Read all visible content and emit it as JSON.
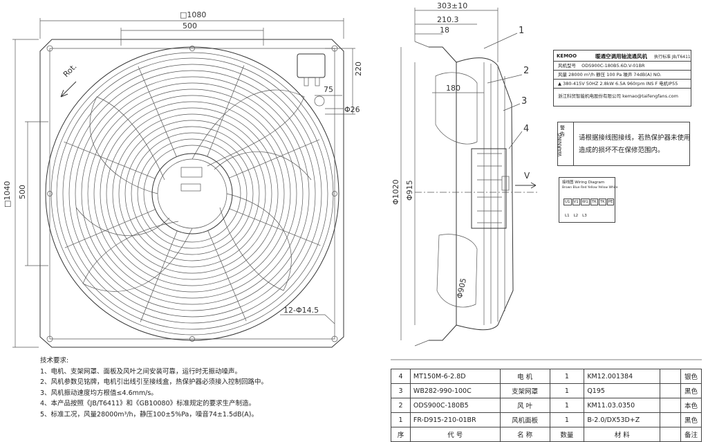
{
  "dims": {
    "square_1080": "□1080",
    "d500_top": "500",
    "d220": "220",
    "d75": "75",
    "phi26": "Φ26",
    "square_1040": "□1040",
    "d500_left": "500",
    "holes": "12-Φ14.5",
    "rot": "Rot.",
    "d303": "303±10",
    "d210": "210.3",
    "d18": "18",
    "d180": "180",
    "phi1020": "Φ1020",
    "phi915": "Φ915",
    "phi905": "Φ905",
    "v_arrow": "V"
  },
  "callouts": [
    "1",
    "2",
    "3",
    "4"
  ],
  "nameplate": {
    "brand": "KEMOO",
    "title": "暖通空调用轴流通风机",
    "standard": "执行标准 JB/T6411",
    "model_label": "风机型号",
    "model": "ODS900C-180B5.6D.V-01BR",
    "specs_1": "风量 28000 m³/h   静压 100 Pa   噪声 74dB(A)   NO.",
    "specs_2": "▲ 380-415V 50HZ 2.8kW 6.5A 960rpm INS F 电机IP55",
    "company": "浙江科贸智能机电股份有限公司 kemao@taifengfans.com"
  },
  "warning": {
    "label_cn": "警告",
    "label_en": "WARNING",
    "line1": "请根据接线图接线，若热保护器未使用",
    "line2": "造成的损坏不在保修范围内。"
  },
  "wiring": {
    "title": "接线图 Wiring Diagram",
    "colors": "Brown Blue Red Yellow Yellow White",
    "terminals": [
      "U1",
      "V1",
      "W1",
      "TK",
      "TK",
      "PE"
    ],
    "lines": [
      "L1",
      "L2",
      "L3"
    ]
  },
  "notes": {
    "title": "技术要求:",
    "items": [
      "1、电机、支架网罩、面板及风叶之间安装可靠，运行时无振动噪声。",
      "2、风机参数见铭牌，电机引出线引至接线盒，热保护器必须接入控制回路中。",
      "3、风机振动速度均方根值≤4.6mm/s。",
      "4、本产品按照《JB/T6411》和《GB10080》标准规定的要求生产制造。",
      "5、标准工况，风量28000m³/h，静压100±5%Pa，噪音74±1.5dB(A)。"
    ]
  },
  "bom": {
    "rows": [
      [
        "4",
        "MT150M-6-2.8D",
        "电  机",
        "1",
        "KM12.001384",
        "",
        "银色"
      ],
      [
        "3",
        "WB282-990-100C",
        "支架网罩",
        "1",
        "Q195",
        "",
        "黑色"
      ],
      [
        "2",
        "ODS900C-180B5",
        "风  叶",
        "1",
        "KM11.03.0350",
        "",
        "本色"
      ],
      [
        "1",
        "FR-D915-210-01BR",
        "风机面板",
        "1",
        "B-2.0/DX53D+Z",
        "",
        "黑色"
      ]
    ],
    "header": [
      "序",
      "代    号",
      "名  称",
      "数量",
      "材    料",
      "",
      "备注"
    ]
  },
  "colors": {
    "line": "#333333",
    "paper": "#ffffff"
  }
}
